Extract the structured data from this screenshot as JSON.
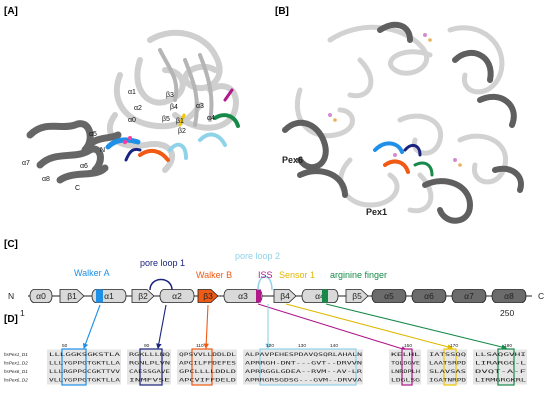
{
  "panels": {
    "a": "[A]",
    "b": "[B]",
    "c": "[C]",
    "d": "[D]"
  },
  "panel_a": {
    "labels": [
      "α1",
      "β3",
      "β4",
      "β5",
      "β1",
      "β2",
      "α0",
      "α2",
      "α3",
      "α4",
      "α5",
      "α7",
      "α8",
      "α6",
      "N",
      "C"
    ]
  },
  "panel_b": {
    "pex6": "Pex6",
    "pex1": "Pex1"
  },
  "domain_map": {
    "n_term": "N",
    "c_term": "C",
    "start": "1",
    "end": "250",
    "elements": [
      "α0",
      "β1",
      "α1",
      "β2",
      "α2",
      "β3",
      "α3",
      "β4",
      "α4",
      "β5",
      "α5",
      "α6",
      "α7",
      "α8"
    ],
    "features": {
      "walker_a": "Walker A",
      "pore_loop_1": "pore loop 1",
      "walker_b": "Walker B",
      "iss": "ISS",
      "pore_loop_2": "pore loop 2",
      "sensor_1": "Sensor 1",
      "arginine_finger": "arginine finger"
    },
    "colors": {
      "walker_a": "#1e90e8",
      "pore_loop_1": "#1a237e",
      "walker_b": "#f05a14",
      "iss": "#b0178a",
      "pore_loop_2": "#8fd3e8",
      "sensor_1": "#f0c800",
      "arginine_finger": "#178a4a",
      "helix_light": "#d9d9d9",
      "helix_dark": "#6b6b6b"
    }
  },
  "alignment": {
    "ticks": [
      "50",
      "90",
      "110",
      "120",
      "130",
      "140",
      "150",
      "170",
      "180"
    ],
    "rows": [
      {
        "name": "hsPex1_D1",
        "seq": [
          "LLLGGKSGKSTLA",
          "RGKLLLNQ",
          "QPSVVLLDDLDL",
          "ALPAVPEHESPDAVQSQRLAHALN",
          "KELHL",
          "IATSSQQ",
          "LLSAQGVHI"
        ]
      },
      {
        "name": "hsPex1_D2",
        "seq": [
          "LLLYGPPGTGKTLLA",
          "RGNLPLVN",
          "APCILFFDEFES",
          "APRRGH-DNT---GVT--DRVVN",
          "TQLDGVE",
          "LAATSRPD",
          "LIRARGG-L"
        ]
      },
      {
        "name": "hsPex6_D1",
        "seq": [
          "LLLRGPPGCGKTTVV",
          "CAESSGAVE",
          "GPCLLLLDDLD",
          "APRRGGLGDEA--RVM--AV-LR",
          "LNRDPLH",
          "SLAVSAS",
          "DVQT-A-F"
        ]
      },
      {
        "name": "hsPex6_D2",
        "seq": [
          "VLLYGPPGTGKTLLA",
          "INMFVSE",
          "APCVIFFDELD",
          "APRRGRSGDSG---GVM--DRVVA",
          "LDGLSG",
          "IGATNRPD",
          "LIRMGRGKRL"
        ]
      }
    ]
  }
}
